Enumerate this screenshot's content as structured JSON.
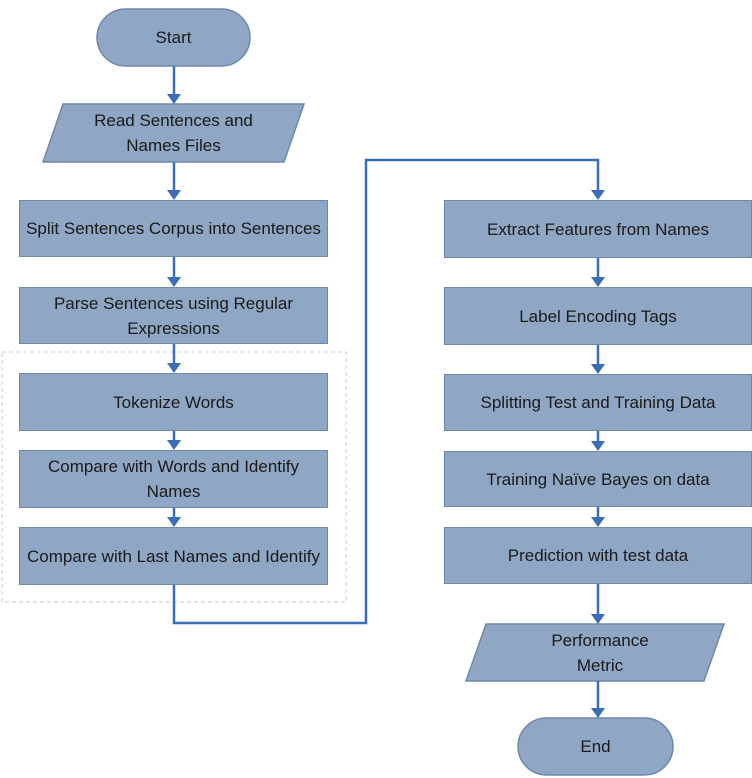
{
  "flowchart": {
    "left_column": {
      "start": "Start",
      "read_files": "Read Sentences and Names Files",
      "split_corpus": "Split Sentences Corpus into Sentences",
      "parse_sentences": "Parse Sentences using Regular Expressions",
      "tokenize": "Tokenize Words",
      "compare_words": "Compare with Words and Identify Names",
      "compare_last_names": "Compare with Last Names and Identify"
    },
    "right_column": {
      "extract_features": "Extract Features from Names",
      "label_encoding": "Label Encoding Tags",
      "splitting_data": "Splitting Test and Training Data",
      "training_nb": "Training Naïve Bayes on data",
      "prediction": "Prediction with test data",
      "performance": "Performance Metric",
      "end": "End"
    }
  },
  "colors": {
    "node_fill": "#8fa6c4",
    "node_border": "#6e88ad",
    "arrow": "#3a6cb7",
    "group_border": "#c8c8c8"
  }
}
